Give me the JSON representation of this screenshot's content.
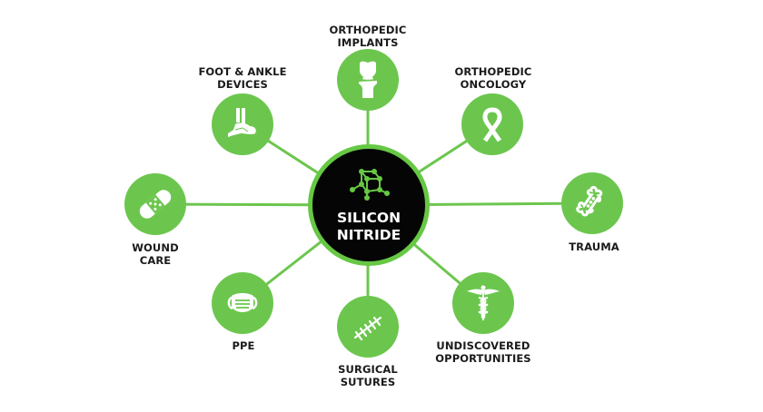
{
  "colors": {
    "node_fill": "#6cc64e",
    "line": "#6cc64e",
    "hub_fill": "#050505",
    "hub_border": "#66c844",
    "label_text": "#1a1a1a",
    "hub_text": "#ffffff"
  },
  "hub": {
    "title": "SILICON\nNITRIDE",
    "icon": "molecule-cube-icon"
  },
  "nodes": [
    {
      "id": "orthopedic-implants",
      "label": "ORTHOPEDIC\nIMPLANTS",
      "icon": "knee-joint-icon",
      "position": "top"
    },
    {
      "id": "orthopedic-oncology",
      "label": "ORTHOPEDIC\nONCOLOGY",
      "icon": "awareness-ribbon-icon",
      "position": "top-right"
    },
    {
      "id": "trauma",
      "label": "TRAUMA",
      "icon": "bone-icon",
      "position": "right"
    },
    {
      "id": "undiscovered-opportunities",
      "label": "UNDISCOVERED\nOPPORTUNITIES",
      "icon": "caduceus-icon",
      "position": "bottom-right"
    },
    {
      "id": "surgical-sutures",
      "label": "SURGICAL\nSUTURES",
      "icon": "sutures-icon",
      "position": "bottom"
    },
    {
      "id": "ppe",
      "label": "PPE",
      "icon": "face-mask-icon",
      "position": "bottom-left"
    },
    {
      "id": "wound-care",
      "label": "WOUND\nCARE",
      "icon": "bandage-icon",
      "position": "left"
    },
    {
      "id": "foot-ankle-devices",
      "label": "FOOT & ANKLE\nDEVICES",
      "icon": "foot-bone-icon",
      "position": "top-left"
    }
  ]
}
